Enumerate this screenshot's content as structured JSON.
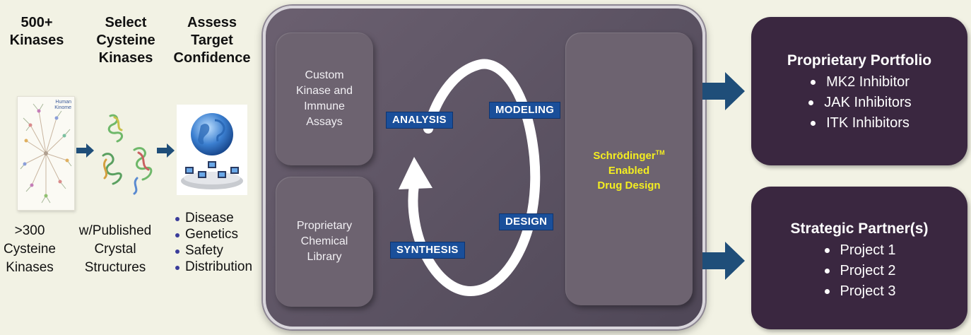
{
  "columns": [
    {
      "heading": "500+\nKinases",
      "footer": ">300\nCysteine\nKinases"
    },
    {
      "heading": "Select\nCysteine\nKinases",
      "footer": "w/Published\nCrystal\nStructures"
    },
    {
      "heading": "Assess\nTarget\nConfidence",
      "bullets": [
        "Disease",
        "Genetics",
        "Safety",
        "Distribution"
      ]
    }
  ],
  "kinome_image": {
    "label_line1": "Human",
    "label_line2": "Kinome"
  },
  "panel": {
    "assays_box": "Custom\nKinase and\nImmune\nAssays",
    "library_box": "Proprietary\nChemical\nLibrary",
    "design_box_line1": "Schrödinger",
    "design_box_tm": "TM",
    "design_box_line2": "Enabled",
    "design_box_line3": "Drug Design",
    "cycle_labels": {
      "analysis": "ANALYSIS",
      "modeling": "MODELING",
      "design": "DESIGN",
      "synthesis": "SYNTHESIS"
    }
  },
  "outputs": [
    {
      "title": "Proprietary Portfolio",
      "items": [
        "MK2 Inhibitor",
        "JAK Inhibitors",
        "ITK Inhibitors"
      ]
    },
    {
      "title": "Strategic Partner(s)",
      "items": [
        "Project 1",
        "Project 2",
        "Project 3"
      ]
    }
  ],
  "colors": {
    "background": "#f2f2e4",
    "arrow": "#1f4e79",
    "panel": "#5b5262",
    "tag": "#1a4f9a",
    "output_box": "#3a2740",
    "highlight_text": "#f4ee20"
  }
}
